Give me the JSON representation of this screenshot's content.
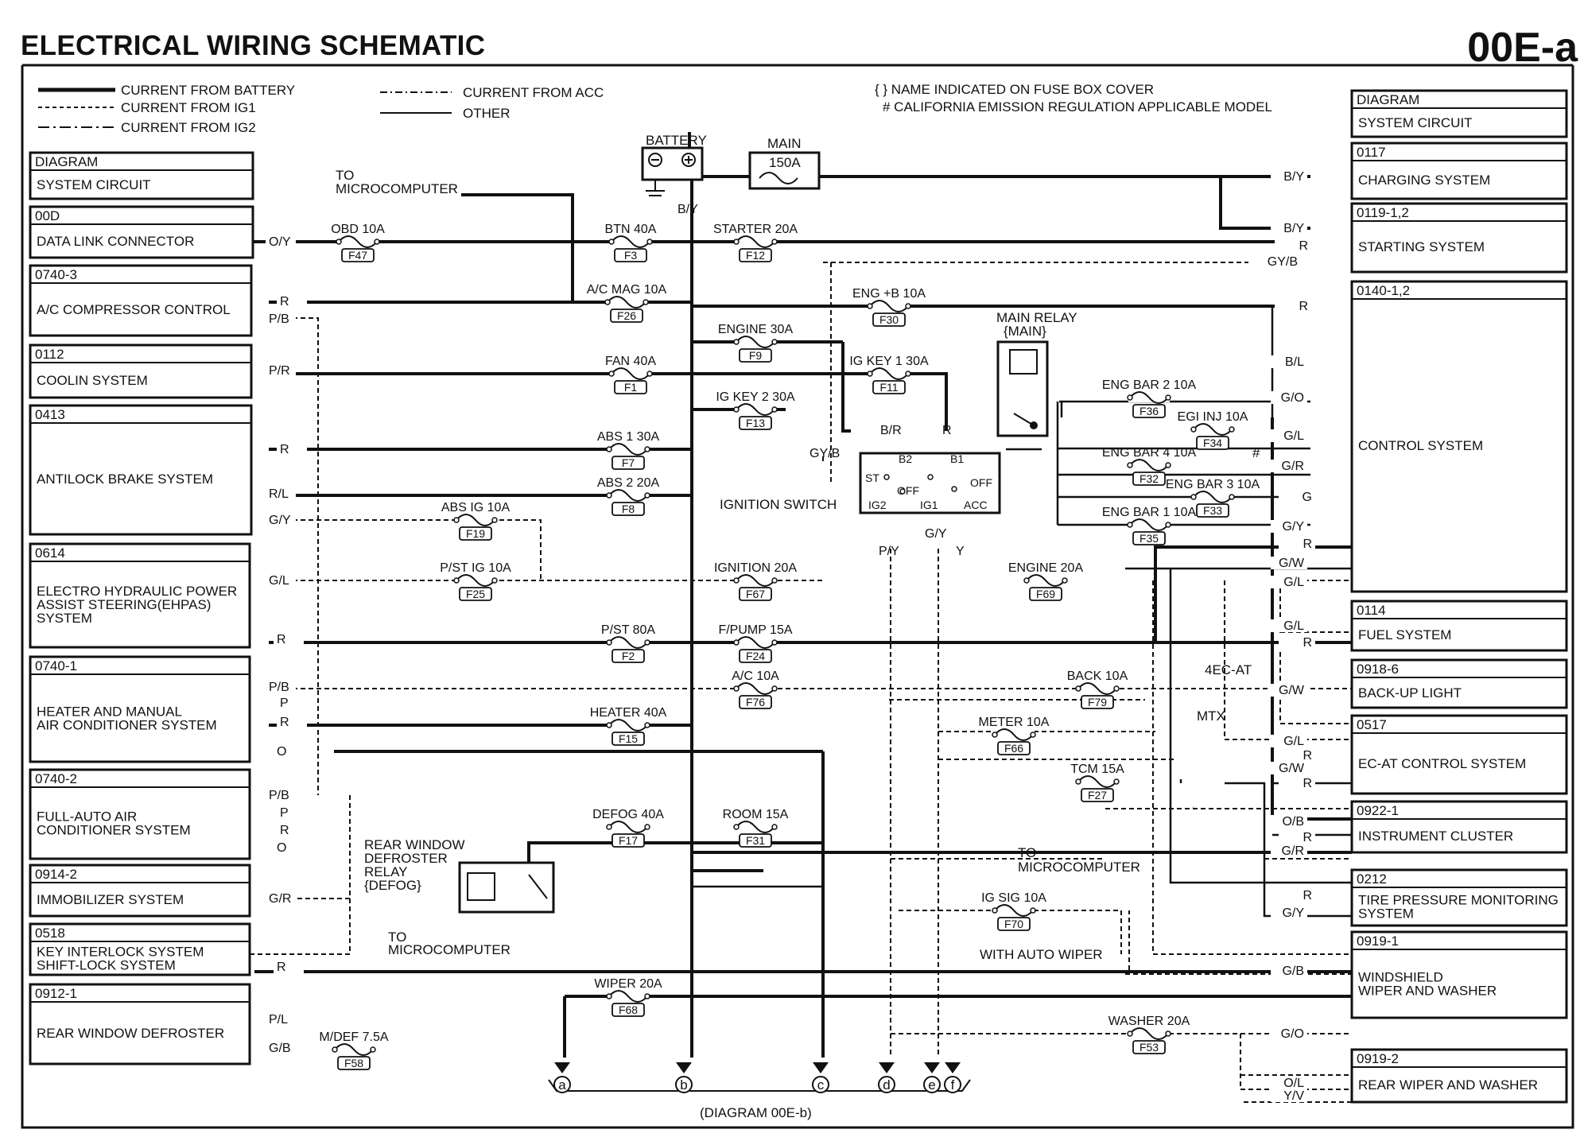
{
  "header": {
    "title": "ELECTRICAL WIRING SCHEMATIC",
    "code": "00E-a"
  },
  "legend": {
    "battery": "CURRENT FROM BATTERY",
    "ig1": "CURRENT FROM IG1",
    "ig2": "CURRENT FROM IG2",
    "acc": "CURRENT FROM ACC",
    "other": "OTHER",
    "note1": "{ } NAME INDICATED ON FUSE BOX COVER",
    "note2": "# CALIFORNIA EMISSION REGULATION APPLICABLE MODEL"
  },
  "left_boxes": [
    {
      "code": "DIAGRAM",
      "name": [
        "SYSTEM CIRCUIT"
      ]
    },
    {
      "code": "00D",
      "name": [
        "DATA LINK CONNECTOR"
      ]
    },
    {
      "code": "0740-3",
      "name": [
        "A/C COMPRESSOR CONTROL"
      ]
    },
    {
      "code": "0112",
      "name": [
        "COOLIN    SYSTEM"
      ]
    },
    {
      "code": "0413",
      "name": [
        "ANTILOCK BRAKE SYSTEM"
      ]
    },
    {
      "code": "0614",
      "name": [
        "ELECTRO HYDRAULIC POWER",
        "ASSIST STEERING(EHPAS)",
        "SYSTEM"
      ]
    },
    {
      "code": "0740-1",
      "name": [
        "HEATER AND MANUAL",
        "AIR CONDITIONER SYSTEM"
      ]
    },
    {
      "code": "0740-2",
      "name": [
        "FULL-AUTO AIR",
        "CONDITIONER SYSTEM"
      ]
    },
    {
      "code": "0914-2",
      "name": [
        "IMMOBILIZER SYSTEM"
      ]
    },
    {
      "code": "0518",
      "name": [
        "KEY INTERLOCK SYSTEM",
        "SHIFT-LOCK SYSTEM"
      ]
    },
    {
      "code": "0912-1",
      "name": [
        "REAR WINDOW DEFROSTER"
      ]
    }
  ],
  "right_boxes": [
    {
      "code": "DIAGRAM",
      "name": [
        "SYSTEM CIRCUIT"
      ]
    },
    {
      "code": "0117",
      "name": [
        "CHARGING SYSTEM"
      ]
    },
    {
      "code": "0119-1,2",
      "name": [
        "STARTING SYSTEM"
      ]
    },
    {
      "code": "0140-1,2",
      "name": [
        "CONTROL SYSTEM"
      ]
    },
    {
      "code": "0114",
      "name": [
        "FUEL SYSTEM"
      ]
    },
    {
      "code": "0918-6",
      "name": [
        "BACK-UP LIGHT"
      ]
    },
    {
      "code": "0517",
      "name": [
        "EC-AT CONTROL SYSTEM"
      ]
    },
    {
      "code": "0922-1",
      "name": [
        "INSTRUMENT CLUSTER"
      ]
    },
    {
      "code": "0212",
      "name": [
        "TIRE PRESSURE MONITORING",
        "SYSTEM"
      ]
    },
    {
      "code": "0919-1",
      "name": [
        "WINDSHIELD",
        "WIPER AND WASHER"
      ]
    },
    {
      "code": "0919-2",
      "name": [
        "REAR WIPER AND WASHER"
      ]
    }
  ],
  "fuses": [
    {
      "name": "OBD 10A",
      "id": "F47"
    },
    {
      "name": "BTN 40A",
      "id": "F3"
    },
    {
      "name": "STARTER 20A",
      "id": "F12"
    },
    {
      "name": "A/C MAG 10A",
      "id": "F26"
    },
    {
      "name": "ENG +B 10A",
      "id": "F30"
    },
    {
      "name": "ENGINE 30A",
      "id": "F9"
    },
    {
      "name": "FAN 40A",
      "id": "F1"
    },
    {
      "name": "IG KEY 1 30A",
      "id": "F11"
    },
    {
      "name": "IG KEY 2 30A",
      "id": "F13"
    },
    {
      "name": "ENG BAR 2 10A",
      "id": "F36"
    },
    {
      "name": "EGI INJ 10A",
      "id": "F34"
    },
    {
      "name": "ENG BAR 4 10A",
      "id": "F32"
    },
    {
      "name": "ENG BAR 3 10A",
      "id": "F33"
    },
    {
      "name": "ENG BAR 1 10A",
      "id": "F35"
    },
    {
      "name": "ABS 1 30A",
      "id": "F7"
    },
    {
      "name": "ABS 2 20A",
      "id": "F8"
    },
    {
      "name": "ABS IG 10A",
      "id": "F19"
    },
    {
      "name": "P/ST IG 10A",
      "id": "F25"
    },
    {
      "name": "IGNITION 20A",
      "id": "F67"
    },
    {
      "name": "ENGINE 20A",
      "id": "F69"
    },
    {
      "name": "P/ST 80A",
      "id": "F2"
    },
    {
      "name": "F/PUMP 15A",
      "id": "F24"
    },
    {
      "name": "A/C 10A",
      "id": "F76"
    },
    {
      "name": "BACK 10A",
      "id": "F79"
    },
    {
      "name": "HEATER 40A",
      "id": "F15"
    },
    {
      "name": "METER 10A",
      "id": "F66"
    },
    {
      "name": "TCM 15A",
      "id": "F27"
    },
    {
      "name": "DEFOG 40A",
      "id": "F17"
    },
    {
      "name": "ROOM 15A",
      "id": "F31"
    },
    {
      "name": "IG SIG 10A",
      "id": "F70"
    },
    {
      "name": "WIPER 20A",
      "id": "F68"
    },
    {
      "name": "WASHER 20A",
      "id": "F53"
    },
    {
      "name": "M/DEF 7.5A",
      "id": "F58"
    }
  ],
  "components": {
    "battery": "BATTERY",
    "main_fuse_name": "MAIN",
    "main_fuse_rating": "150A",
    "main_relay": [
      "MAIN RELAY",
      "{MAIN}"
    ],
    "ignition_switch": "IGNITION SWITCH",
    "ig_terms": [
      "ST",
      "B2",
      "B1",
      "OFF",
      "OFF",
      "IG2",
      "IG1",
      "ACC"
    ],
    "rear_relay": [
      "REAR WINDOW",
      "DEFROSTER",
      "RELAY",
      "{DEFOG}"
    ],
    "to_micro": [
      "TO",
      "MICROCOMPUTER"
    ],
    "ec_at": "4EC-AT",
    "mtx": "MTX",
    "with_auto_wiper": "WITH AUTO WIPER",
    "hash": "#",
    "ig_sw_wires": [
      "B/R",
      "R",
      "GY/B",
      "P/Y",
      "G/Y",
      "Y"
    ],
    "battery_wire": "B/Y"
  },
  "connectors": {
    "letters": [
      "a",
      "b",
      "c",
      "d",
      "e",
      "f"
    ],
    "caption": "(DIAGRAM 00E-b)"
  },
  "wire_labels_left": [
    "O/Y",
    "R",
    "P/B",
    "P/R",
    "R",
    "R/L",
    "G/Y",
    "G/L",
    "R",
    "P/B",
    "P",
    "R",
    "O",
    "P/B",
    "P",
    "R",
    "O",
    "G/R",
    "R",
    "P/L",
    "G/B"
  ],
  "wire_labels_right": [
    "B/Y",
    "B/Y",
    "R",
    "GY/B",
    "R",
    "B/L",
    "G/O",
    "G/L",
    "G/R",
    "G",
    "G/Y",
    "R",
    "G/W",
    "G/L",
    "G/L",
    "R",
    "G/W",
    "G/L",
    "R",
    "G/W",
    "R",
    "O/B",
    "R",
    "G/R",
    "R",
    "G/Y",
    "G/B",
    "G/O",
    "O/L",
    "Y/V"
  ],
  "colors": {
    "ink": "#111111",
    "paper": "#ffffff"
  }
}
